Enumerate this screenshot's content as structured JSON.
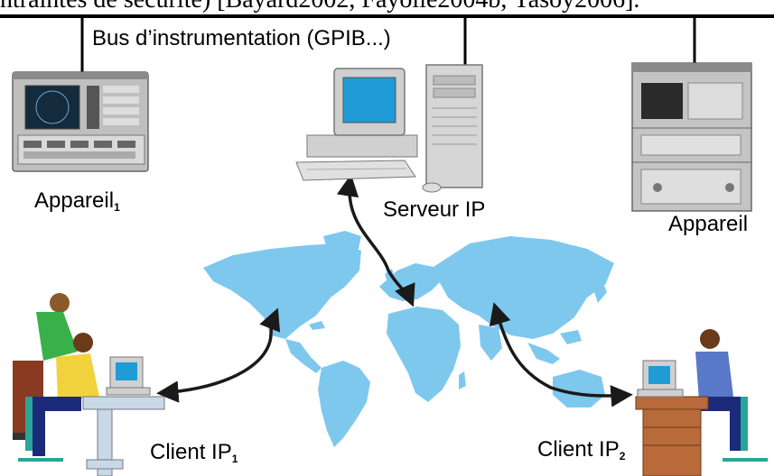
{
  "header_text": "ntraintes de sécurité) [Bayard2002, Fayolle2004b, Yasoy2006].",
  "bus_label": "Bus d’instrumentation (GPIB...)",
  "device1": {
    "label": "Appareil",
    "subscript": "1"
  },
  "server": {
    "label": "Serveur IP"
  },
  "device2": {
    "label": "Appareil"
  },
  "client1": {
    "label": "Client IP",
    "subscript": "1"
  },
  "client2": {
    "label": "Client IP",
    "subscript": "2"
  },
  "colors": {
    "map": "#7ec8ee",
    "arrow": "#1a1a1a",
    "bus": "#000000"
  }
}
